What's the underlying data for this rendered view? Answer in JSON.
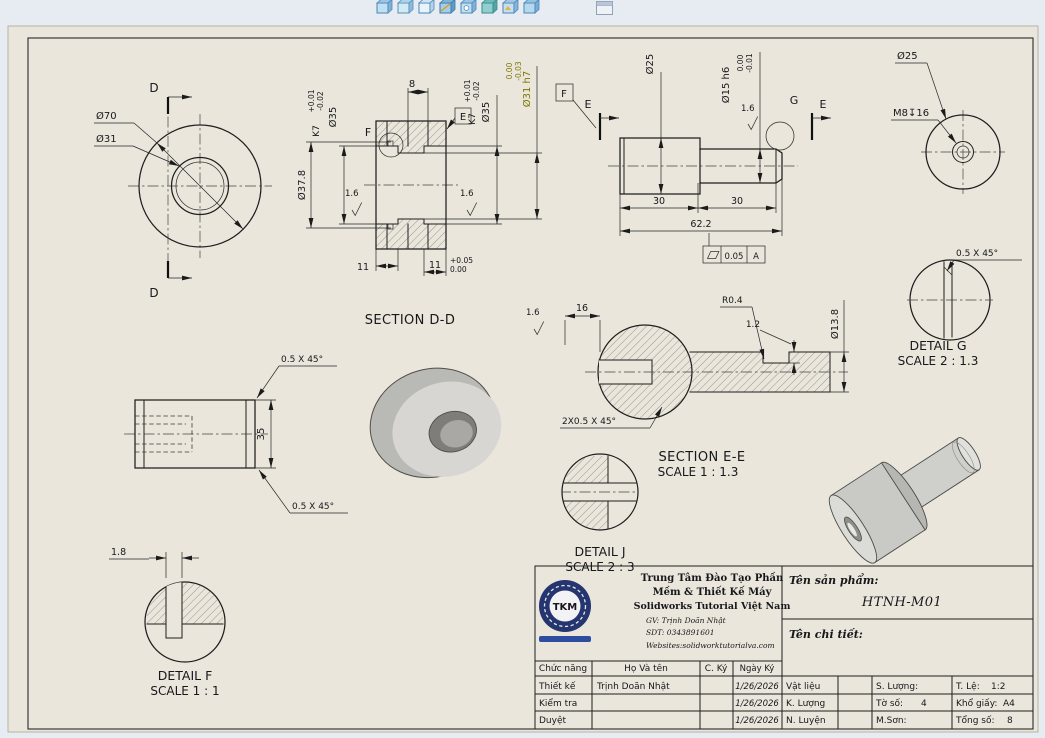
{
  "toolbar": {
    "icons": [
      "shaded-view-icon",
      "hidden-lines-icon",
      "wireframe-icon",
      "section-view-icon",
      "isometric-view-icon",
      "display-style-icon",
      "view-orientation-icon",
      "appearance-icon",
      "window-icon"
    ]
  },
  "views": {
    "front": {
      "dia_outer": "Ø70",
      "dia_bore": "Ø31",
      "section_label_top": "D",
      "section_label_bottom": "D"
    },
    "section_dd": {
      "title": "SECTION D-D",
      "groove_width": "8",
      "dia_groove": "Ø37.8",
      "bore_left_dia": "Ø35",
      "bore_left_fit": "K7",
      "bore_left_tol_up": "+0.01",
      "bore_left_tol_dn": "-0.02",
      "bore_right_dia": "Ø35",
      "bore_right_fit": "K7",
      "bore_right_tol_up": "+0.01",
      "bore_right_tol_dn": "-0.02",
      "bore_center_dia": "Ø31 h7",
      "bore_center_tol_up": "0.00",
      "bore_center_tol_dn": "-0.03",
      "roughness_left": "1.6",
      "roughness_right": "1.6",
      "depth_left": "11",
      "depth_right": "11",
      "depth_right_tol_up": "+0.05",
      "depth_right_tol_dn": "0.00",
      "detail_f_label": "F",
      "datum_e": "E"
    },
    "shaft": {
      "dia_large": "Ø25",
      "dia_small": "Ø15 h6",
      "dia_small_tol_up": "0.00",
      "dia_small_tol_dn": "-0.01",
      "roughness": "1.6",
      "detail_g_label": "G",
      "datum_f": "F",
      "section_label_left": "E",
      "section_label_right": "E",
      "len_a": "30",
      "len_b": "30",
      "len_total": "62.2",
      "flatness_value": "0.05",
      "flatness_datum": "A"
    },
    "end_view": {
      "dia": "Ø25",
      "thread": "M8↧16"
    },
    "detail_g": {
      "chamfer": "0.5 X 45°",
      "title": "DETAIL G",
      "scale": "SCALE 2 : 1.3"
    },
    "section_ee": {
      "title": "SECTION E-E",
      "scale": "SCALE 1 : 1.3",
      "roughness": "1.6",
      "slot_length": "16",
      "fillet": "R0.4",
      "slot_depth": "1.2",
      "dia": "Ø13.8",
      "chamfer": "2X0.5 X 45°"
    },
    "side_view": {
      "chamfer_top": "0.5 X 45°",
      "height": "35",
      "chamfer_bottom": "0.5 X 45°"
    },
    "detail_j": {
      "title": "DETAIL J",
      "scale": "SCALE 2 : 3"
    },
    "detail_f": {
      "groove_width": "1.8",
      "title": "DETAIL F",
      "scale": "SCALE 1 : 1"
    }
  },
  "title_block": {
    "logo_text": "TKM",
    "company_line1": "Trung Tâm Đào Tạo Phần",
    "company_line2": "Mềm & Thiết Kế Máy",
    "company_line3": "Solidworks Tutorial Việt Nam",
    "instructor": "GV: Trịnh Doãn Nhật",
    "phone": "SDT: 0343891601",
    "website": "Websites:solidworktutorialva.com",
    "product_label": "Tên sản phẩm:",
    "product_name": "HTNH-M01",
    "part_label": "Tên chi tiết:",
    "col_function": "Chức năng",
    "col_name": "Họ Và tên",
    "col_sign": "C. Ký",
    "col_date": "Ngày Ký",
    "rows": [
      {
        "function": "Thiết kế",
        "name": "Trịnh Doãn Nhật",
        "date": "1/26/2026"
      },
      {
        "function": "Kiểm tra",
        "name": "",
        "date": "1/26/2026"
      },
      {
        "function": "Duyệt",
        "name": "",
        "date": "1/26/2026"
      }
    ],
    "material_label": "Vật liệu",
    "mass_label": "K. Lượng",
    "heat_label": "N. Luyện",
    "qty_label": "S. Lượng:",
    "qty_value": "",
    "sheet_label": "Tờ số:",
    "sheet_value": "4",
    "paint_label": "M.Sơn:",
    "paint_value": "",
    "scale_label": "T. Lệ:",
    "scale_value": "1:2",
    "paper_label": "Khổ giấy:",
    "paper_value": "A4",
    "total_label": "Tổng số:",
    "total_value": "8"
  },
  "colors": {
    "sheet": "#eae6db",
    "background": "#e7ebf2",
    "line": "#1f1f1f",
    "tolerance_accent": "#7e7600"
  }
}
